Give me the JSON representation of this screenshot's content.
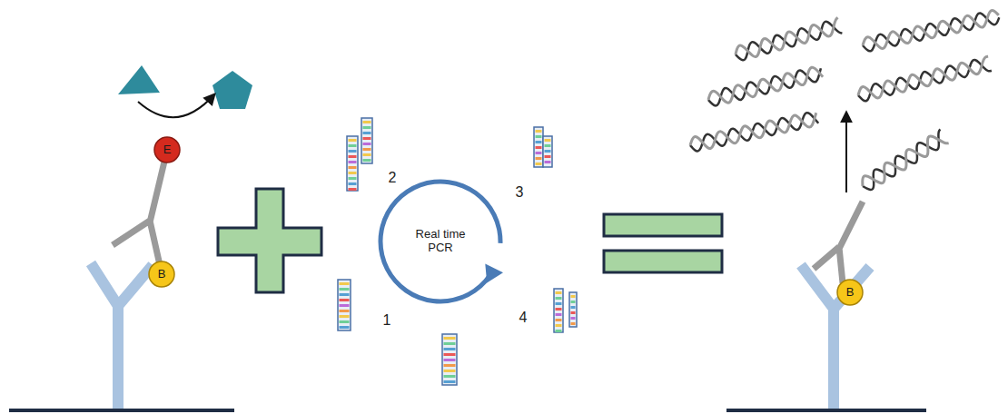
{
  "diagram": {
    "nodes": [
      {
        "text": [
          "E"
        ]
      },
      {
        "text": [
          "B"
        ]
      },
      {
        "text": [
          "Real time PCR"
        ]
      },
      {
        "text": [
          "B"
        ]
      }
    ],
    "labels": [
      "2",
      "3",
      "1",
      "4"
    ]
  }
}
